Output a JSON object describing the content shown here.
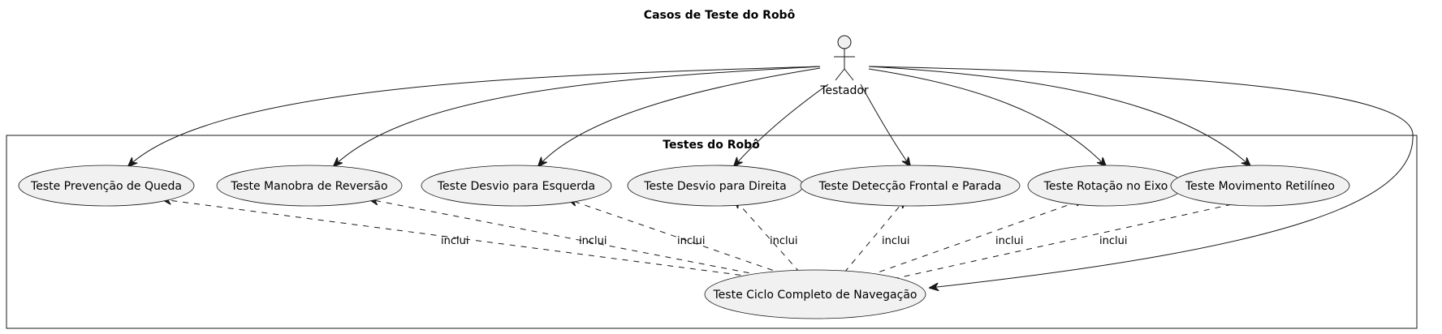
{
  "title": "Casos de Teste do Robô",
  "actor": {
    "name": "Testador",
    "icon": "stick-figure-actor-icon"
  },
  "system": {
    "title": "Testes do Robô"
  },
  "use_cases": [
    {
      "id": "queda",
      "label": "Teste Prevenção de Queda"
    },
    {
      "id": "reversao",
      "label": "Teste Manobra de Reversão"
    },
    {
      "id": "esquerda",
      "label": "Teste Desvio para Esquerda"
    },
    {
      "id": "direita",
      "label": "Teste Desvio para Direita"
    },
    {
      "id": "frontal",
      "label": "Teste Detecção Frontal e Parada"
    },
    {
      "id": "rotacao",
      "label": "Teste Rotação no Eixo"
    },
    {
      "id": "retilineo",
      "label": "Teste Movimento Retilíneo"
    },
    {
      "id": "ciclo",
      "label": "Teste Ciclo Completo de Navegação"
    }
  ],
  "associations": [
    {
      "from": "Testador",
      "to": "queda"
    },
    {
      "from": "Testador",
      "to": "reversao"
    },
    {
      "from": "Testador",
      "to": "esquerda"
    },
    {
      "from": "Testador",
      "to": "direita"
    },
    {
      "from": "Testador",
      "to": "frontal"
    },
    {
      "from": "Testador",
      "to": "rotacao"
    },
    {
      "from": "Testador",
      "to": "retilineo"
    },
    {
      "from": "Testador",
      "to": "ciclo"
    }
  ],
  "includes": [
    {
      "from": "ciclo",
      "to": "queda",
      "label": "inclui"
    },
    {
      "from": "ciclo",
      "to": "reversao",
      "label": "inclui"
    },
    {
      "from": "ciclo",
      "to": "esquerda",
      "label": "inclui"
    },
    {
      "from": "ciclo",
      "to": "direita",
      "label": "inclui"
    },
    {
      "from": "ciclo",
      "to": "frontal",
      "label": "inclui"
    },
    {
      "from": "ciclo",
      "to": "rotacao",
      "label": "inclui"
    },
    {
      "from": "ciclo",
      "to": "retilineo",
      "label": "inclui"
    }
  ]
}
